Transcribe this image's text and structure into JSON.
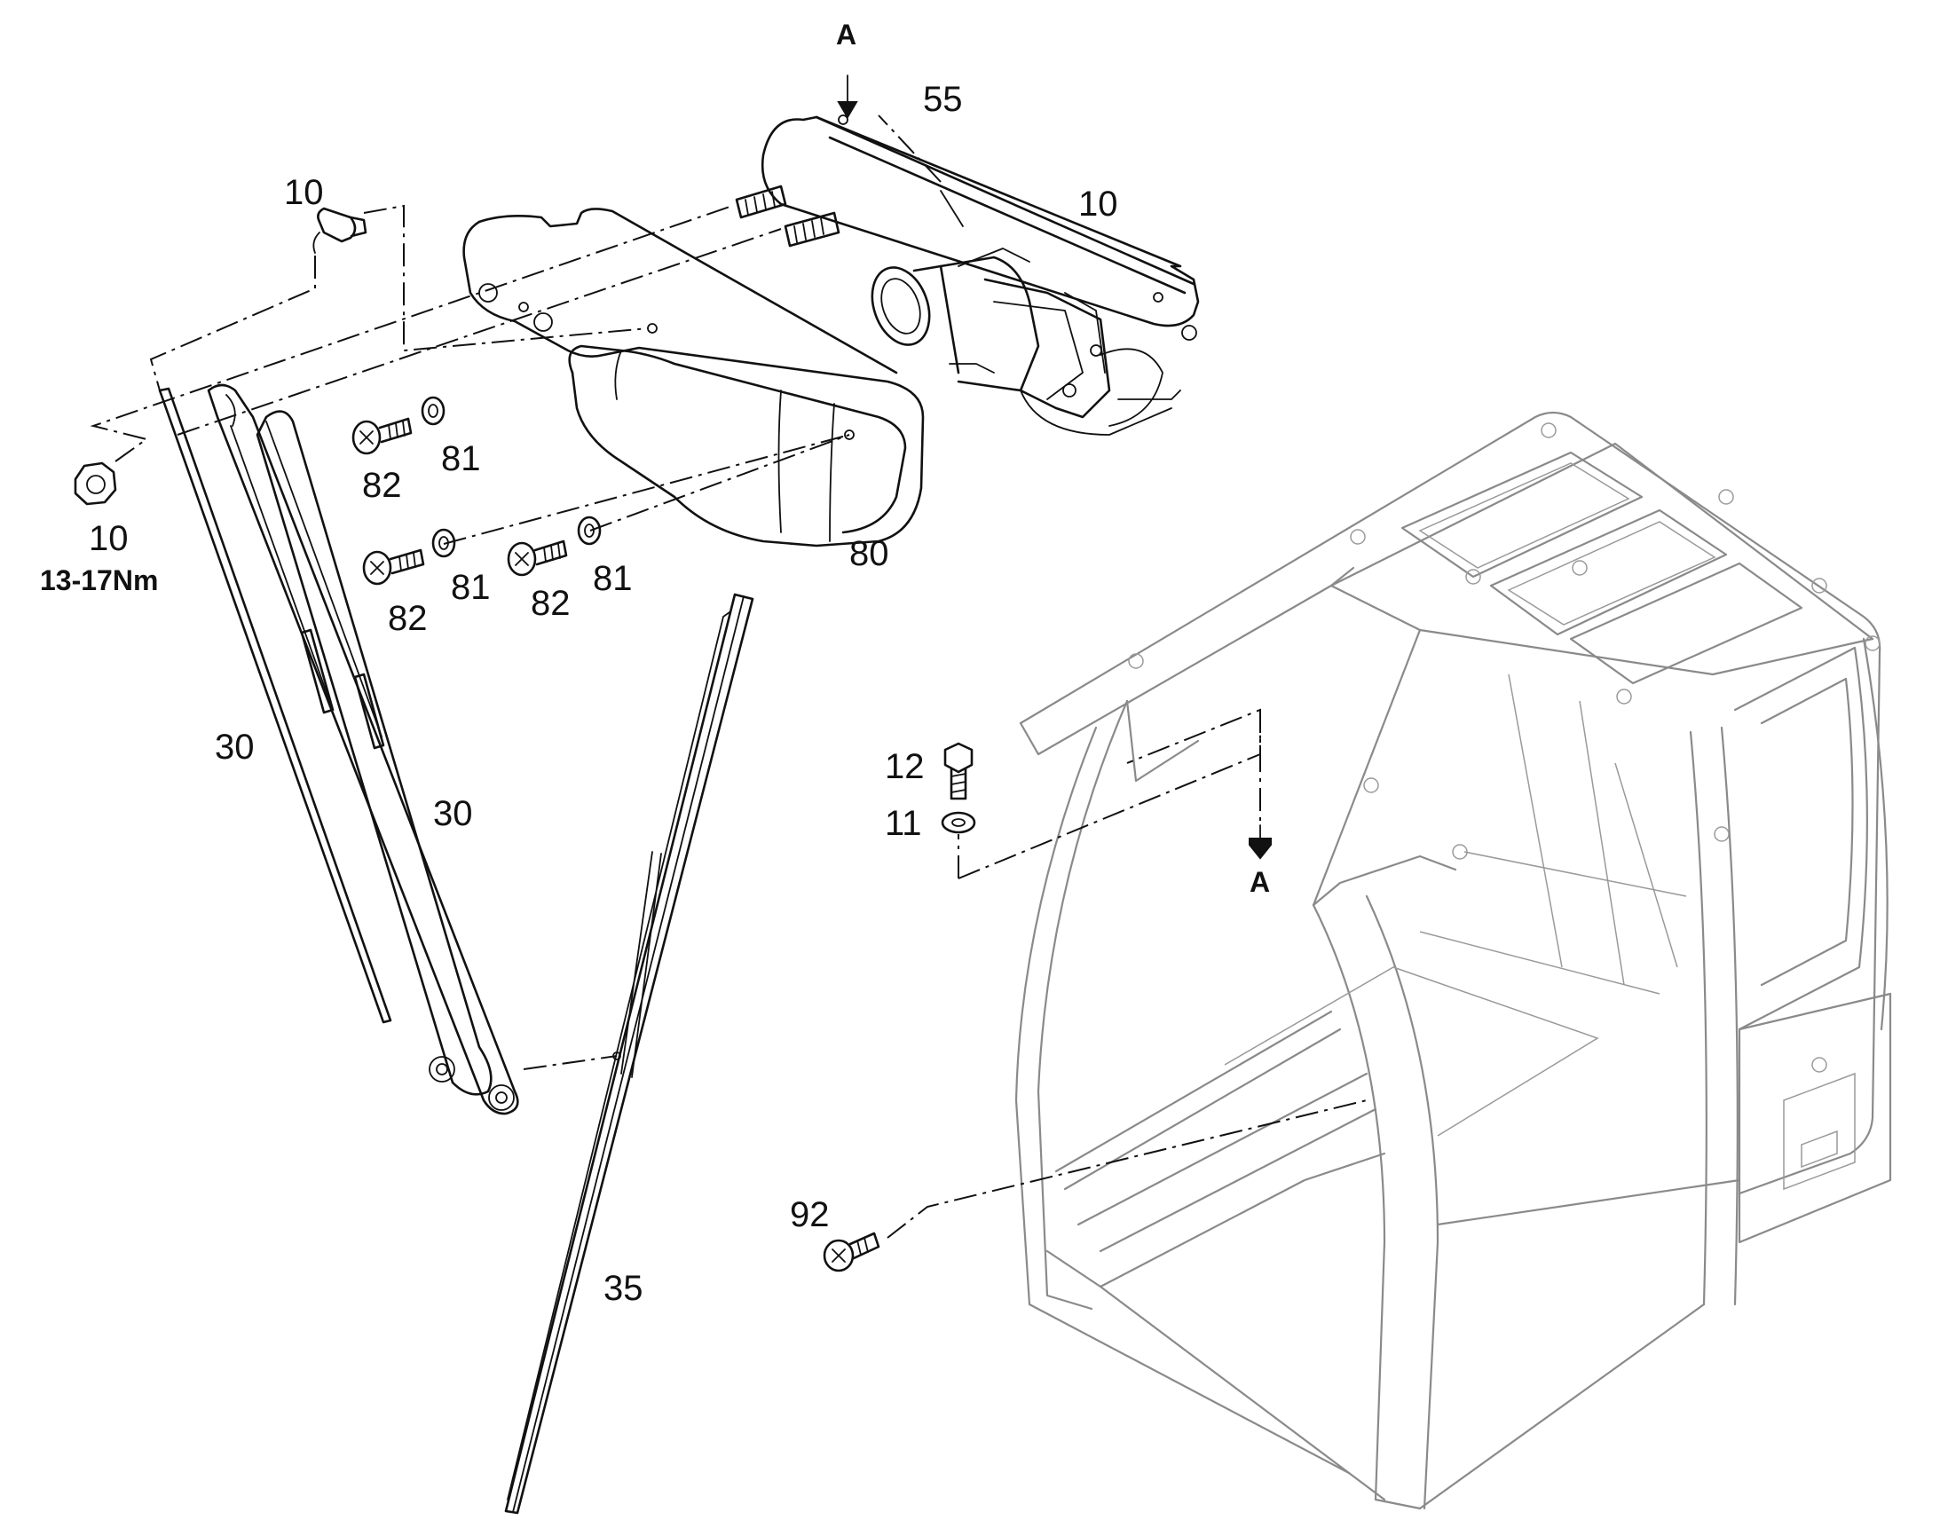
{
  "callouts": {
    "p10_nozzle": "10",
    "p10_bracket": "10",
    "p10_nut": "10",
    "torque": "13-17Nm",
    "p55": "55",
    "p80": "80",
    "p81_a": "81",
    "p81_b": "81",
    "p81_c": "81",
    "p82_a": "82",
    "p82_b": "82",
    "p82_c": "82",
    "p30_a": "30",
    "p30_b": "30",
    "p35": "35",
    "p12": "12",
    "p11": "11",
    "p92": "92",
    "view_a_top": "A",
    "view_a_bottom": "A"
  },
  "colors": {
    "line": "#111111",
    "cab_outline": "#8a8a8a",
    "background": "#ffffff"
  }
}
